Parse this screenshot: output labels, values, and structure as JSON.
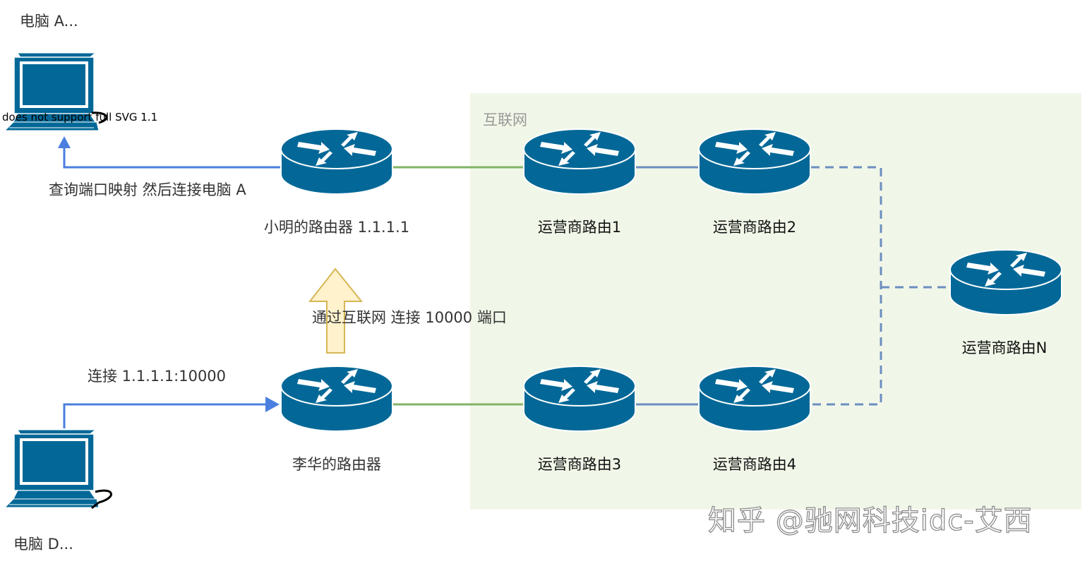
{
  "region": {
    "label": "互联网",
    "fill": "#f1f7e8"
  },
  "computers": {
    "a": {
      "label": "电脑 A...",
      "warning": "does not support full SVG 1.1"
    },
    "d": {
      "label": "电脑 D..."
    }
  },
  "routers": {
    "xiaoming": "小明的路由器 1.1.1.1",
    "lihua": "李华的路由器",
    "isp1": "运营商路由1",
    "isp2": "运营商路由2",
    "isp3": "运营商路由3",
    "isp4": "运营商路由4",
    "ispN": "运营商路由N"
  },
  "edges": {
    "query_label": "查询端口映射 然后连接电脑 A",
    "connect_label": "连接 1.1.1.1:10000",
    "internet_label": "通过互联网 连接 10000 端口"
  },
  "watermark": "知乎 @驰网科技idc-艾西",
  "icons": {
    "router": "router-icon",
    "computer": "computer-icon",
    "arrow": "up-arrow-icon"
  },
  "colors": {
    "router": "#036897",
    "green_link": "#82b366",
    "blue_link": "#6c8ebf",
    "arrow_blue": "#4a7fe0",
    "arrow_yellow_fill": "#fff2cc",
    "arrow_yellow_stroke": "#d6b656"
  }
}
